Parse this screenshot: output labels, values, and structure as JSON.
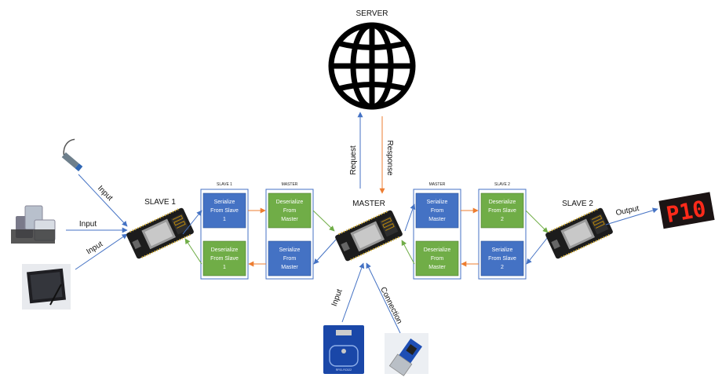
{
  "labels": {
    "server": "SERVER",
    "slave1": "SLAVE 1",
    "master": "MASTER",
    "slave2": "SLAVE 2"
  },
  "edges": {
    "input_sensor": "Input",
    "input_relay": "Input",
    "input_lcd": "Input",
    "request": "Request",
    "response": "Response",
    "input_rfid": "Input",
    "connection": "Connection",
    "output": "Output"
  },
  "panels": [
    {
      "title": "SLAVE 1",
      "top_box": {
        "lines": [
          "Serialize",
          "From Slave",
          "1"
        ]
      },
      "bottom_box": {
        "lines": [
          "Deserialize",
          "From Slave",
          "1"
        ]
      }
    },
    {
      "title": "MASTER",
      "top_box": {
        "lines": [
          "Deserialize",
          "From",
          "Master"
        ]
      },
      "bottom_box": {
        "lines": [
          "Serialize",
          "From",
          "Master"
        ]
      }
    },
    {
      "title": "MASTER",
      "top_box": {
        "lines": [
          "Serialize",
          "From",
          "Master"
        ]
      },
      "bottom_box": {
        "lines": [
          "Deserialize",
          "From",
          "Master"
        ]
      }
    },
    {
      "title": "SLAVE 2",
      "top_box": {
        "lines": [
          "Deserialize",
          "From Slave",
          "2"
        ]
      },
      "bottom_box": {
        "lines": [
          "Serialize",
          "From Slave",
          "2"
        ]
      }
    }
  ],
  "display_text": "P10",
  "rfid_text": "RFID-RC522",
  "colors": {
    "blue_box": "#4472c4",
    "green_box": "#70ad47",
    "blue_arrow": "#4472c4",
    "orange_arrow": "#ed7d31",
    "green_arrow": "#70ad47",
    "panel_border": "#4472c4",
    "led_red": "#ff2a1a"
  }
}
